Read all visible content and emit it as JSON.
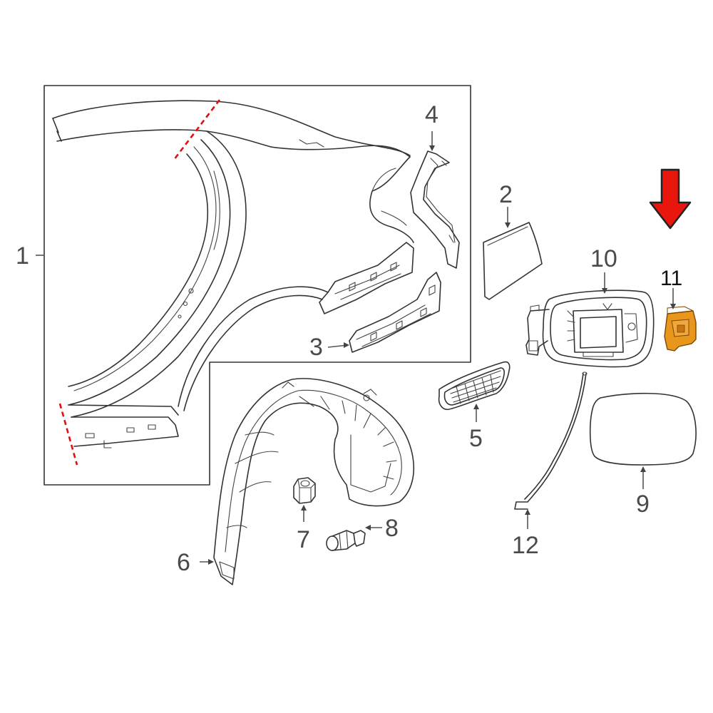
{
  "colors": {
    "line": "#333333",
    "label": "#4a4a4a",
    "highlight_arrow": "#e8160c",
    "highlight_part": "#e8961c",
    "cut_line": "#e01010"
  },
  "callouts": {
    "c1": "1",
    "c2": "2",
    "c3": "3",
    "c4": "4",
    "c5": "5",
    "c6": "6",
    "c7": "7",
    "c8": "8",
    "c9": "9",
    "c10": "10",
    "c11": "11",
    "c12": "12"
  },
  "parts": {
    "1": "quarter-panel",
    "2": "trim-piece",
    "3": "lower-reinforcement",
    "4": "upper-bracket",
    "5": "vent-grille",
    "6": "wheel-liner",
    "7": "nut",
    "8": "push-pin-clip",
    "9": "fuel-door",
    "10": "fuel-filler-housing",
    "11": "housing-bracket",
    "12": "release-rod"
  },
  "highlight": {
    "part": "11",
    "arrow": "down-arrow-icon"
  }
}
